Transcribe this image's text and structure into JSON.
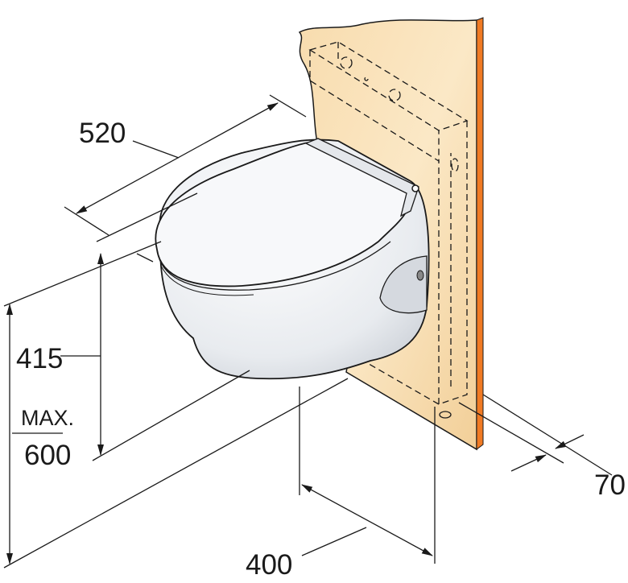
{
  "title": "Wall-mounted toilet dimensions",
  "dimensions": {
    "depth": "520",
    "seat_height": "415",
    "max_label": "MAX.",
    "max_height": "600",
    "width": "400",
    "wall_offset": "70"
  },
  "colors": {
    "wall": "#f7d9a8",
    "wall_edge": "#f07a24",
    "toilet": "#eef0f3",
    "line": "#1a1a1a"
  }
}
